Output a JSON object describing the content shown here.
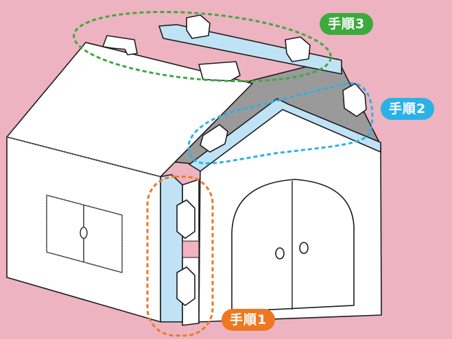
{
  "steps": [
    {
      "label": "手順1",
      "color": "#ee7722"
    },
    {
      "label": "手順2",
      "color": "#29b2e6"
    },
    {
      "label": "手順3",
      "color": "#3daa3d"
    }
  ],
  "colors": {
    "background": "#edb3c0",
    "wall": "#ffffff",
    "outline": "#1a1a1a",
    "panel_blue": "#bfe3f5",
    "roof_gray": "#9a9a9a"
  }
}
